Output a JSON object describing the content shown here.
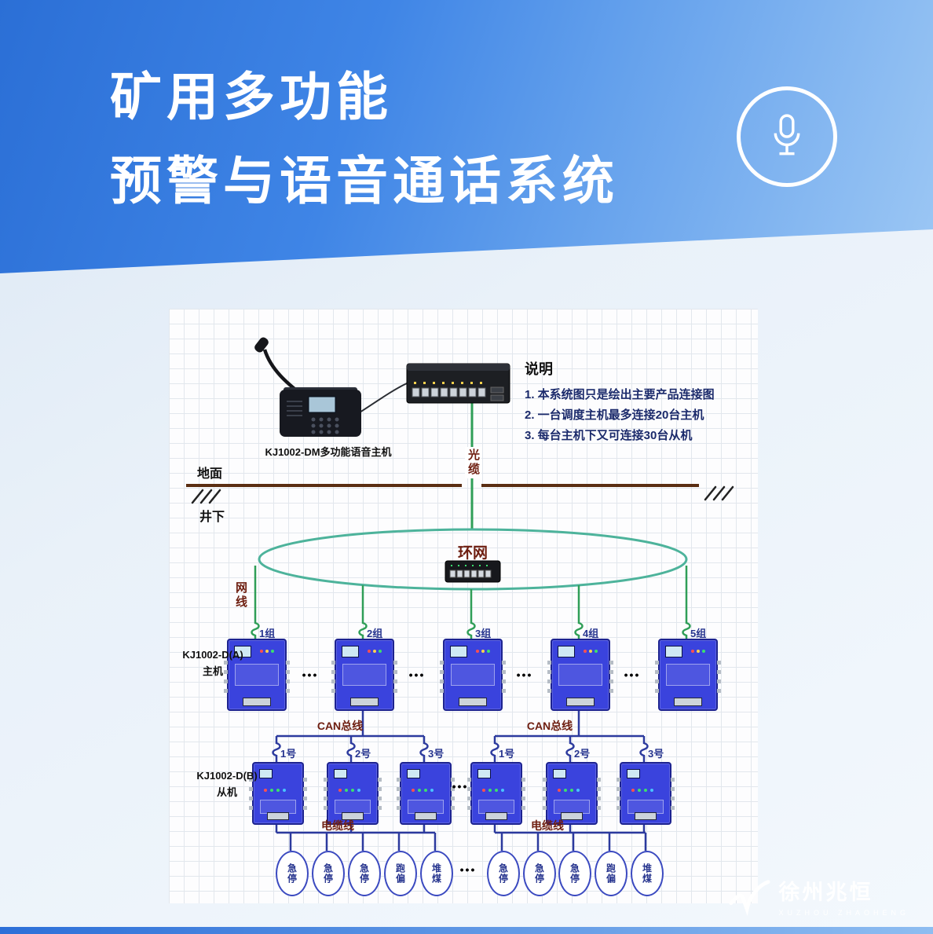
{
  "header": {
    "title_line1": "矿用多功能",
    "title_line2": "预警与语音通话系统"
  },
  "diagram": {
    "dispatcher_label": "KJ1002-DM多功能语音主机",
    "notes": {
      "heading": "说明",
      "items": [
        "1. 本系统图只是绘出主要产品连接图",
        "2. 一台调度主机最多连接20台主机",
        "3. 每台主机下又可连接30台从机"
      ]
    },
    "labels": {
      "optical_cable": "光缆",
      "surface": "地面",
      "underground": "井下",
      "ring_network": "环网",
      "network_cable": "网线",
      "can_bus": "CAN总线",
      "cable_line": "电缆线"
    },
    "host_label": {
      "line1": "KJ1002-D(A)",
      "line2": "主机"
    },
    "slave_label": {
      "line1": "KJ1002-D(B)",
      "line2": "从机"
    },
    "groups": [
      "1组",
      "2组",
      "3组",
      "4组",
      "5组"
    ],
    "slave_numbers": [
      "1号",
      "2号",
      "3号"
    ],
    "sensors": [
      "急停",
      "急停",
      "急停",
      "跑偏",
      "堆煤"
    ],
    "ellipsis": "•••"
  },
  "footer": {
    "brand_cn": "徐州兆恒",
    "brand_en": "XUZHOU ZHAOHENG"
  },
  "colors": {
    "header_blue": "#2b6fd6",
    "device_blue": "#3a43dd",
    "line_green": "#2f9e57",
    "ring_teal": "#4db39b",
    "bus_blue": "#2c3a9e",
    "ground_brown": "#5a2d12",
    "label_maroon": "#6e1e10",
    "label_navy": "#27358f"
  }
}
